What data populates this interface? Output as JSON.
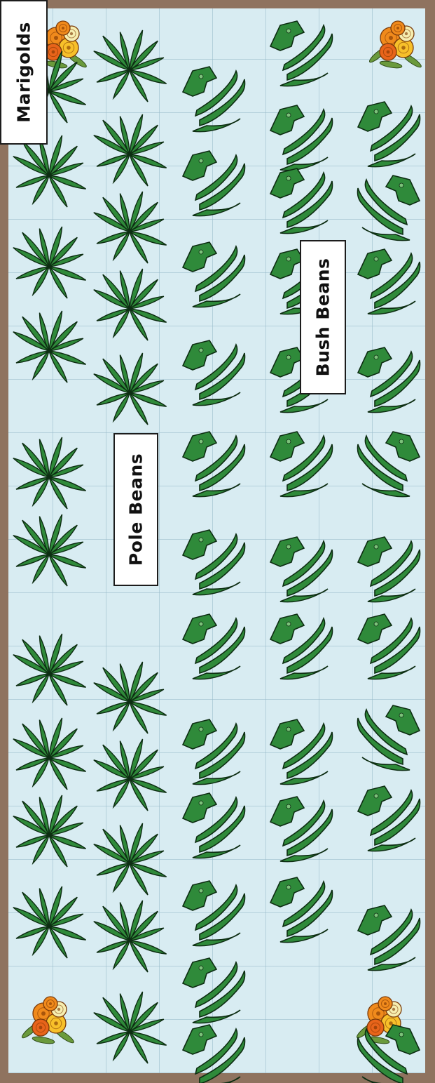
{
  "colors": {
    "frame": "#8f735f",
    "soil": "#d8ecf2",
    "bean_leaf": "#2f8a3a",
    "bean_leaf_outline": "#0d2d12",
    "marigold_orange": "#f08a1c",
    "marigold_yellow": "#f7c02a",
    "marigold_cream": "#f6eeb0",
    "label_bg": "#ffffff"
  },
  "labels": {
    "marigolds": "Marigolds",
    "pole_beans": "Pole Beans",
    "bush_beans": "Bush Beans"
  },
  "plants": {
    "marigold_count": 4,
    "pole_bean_count": 20,
    "bush_bean_count": 34,
    "icons": [
      "marigold-icon",
      "pole-bean-icon",
      "bush-bean-icon"
    ]
  }
}
